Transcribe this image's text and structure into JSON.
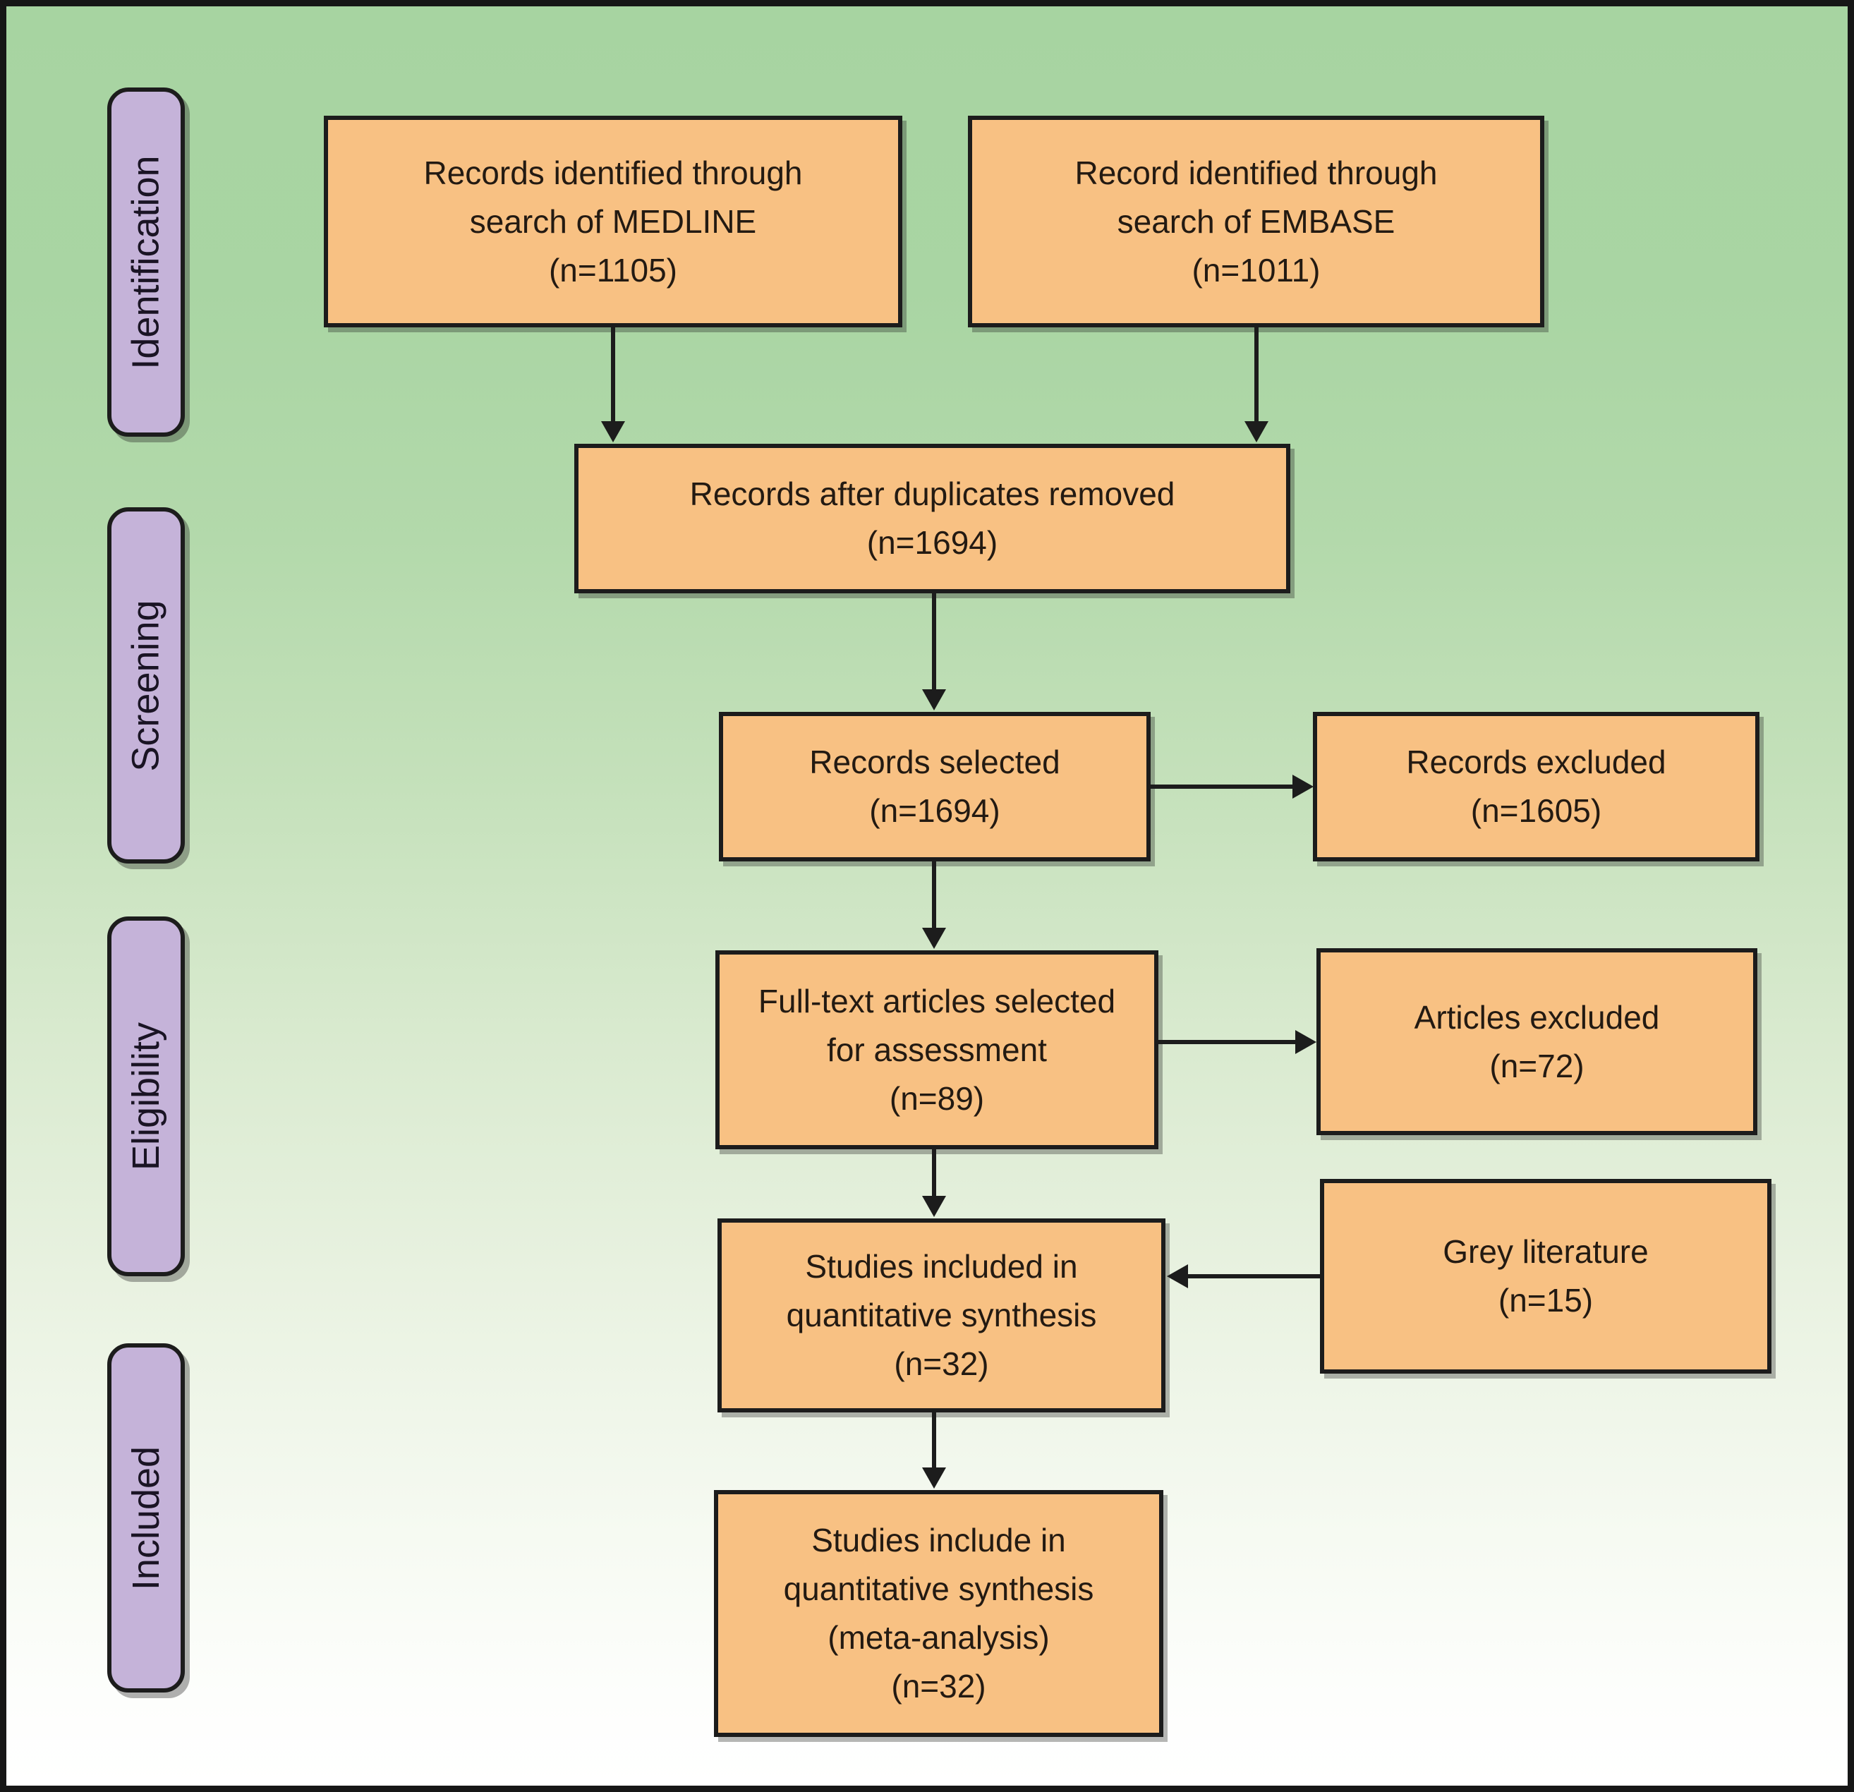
{
  "stages": [
    {
      "label": "Identification"
    },
    {
      "label": "Screening"
    },
    {
      "label": "Eligibility"
    },
    {
      "label": "Included"
    }
  ],
  "boxes": {
    "medline": {
      "text": "Records identified through\nsearch of MEDLINE\n(n=1105)"
    },
    "embase": {
      "text": "Record identified through\nsearch of EMBASE\n(n=1011)"
    },
    "duplicates": {
      "text": "Records after duplicates removed\n(n=1694)"
    },
    "selected": {
      "text": "Records selected\n(n=1694)"
    },
    "records_excluded": {
      "text": "Records excluded\n(n=1605)"
    },
    "fulltext": {
      "text": "Full-text articles selected\nfor assessment\n(n=89)"
    },
    "articles_excluded": {
      "text": "Articles excluded\n(n=72)"
    },
    "quantitative": {
      "text": "Studies included in\nquantitative synthesis\n(n=32)"
    },
    "grey_literature": {
      "text": "Grey literature\n(n=15)"
    },
    "meta_analysis": {
      "text": "Studies include in\nquantitative synthesis\n(meta-analysis)\n(n=32)"
    }
  },
  "counts": {
    "medline": 1105,
    "embase": 1011,
    "after_duplicates": 1694,
    "selected": 1694,
    "records_excluded": 1605,
    "fulltext_assessed": 89,
    "articles_excluded": 72,
    "quantitative_synthesis": 32,
    "grey_literature": 15,
    "meta_analysis": 32
  },
  "colors": {
    "box_fill": "#f8c183",
    "box_border": "#1c1c1c",
    "stage_fill": "#c5b3d9",
    "background_top": "#a7d4a1",
    "background_bottom": "#ffffff",
    "arrow": "#1c1c1c"
  }
}
